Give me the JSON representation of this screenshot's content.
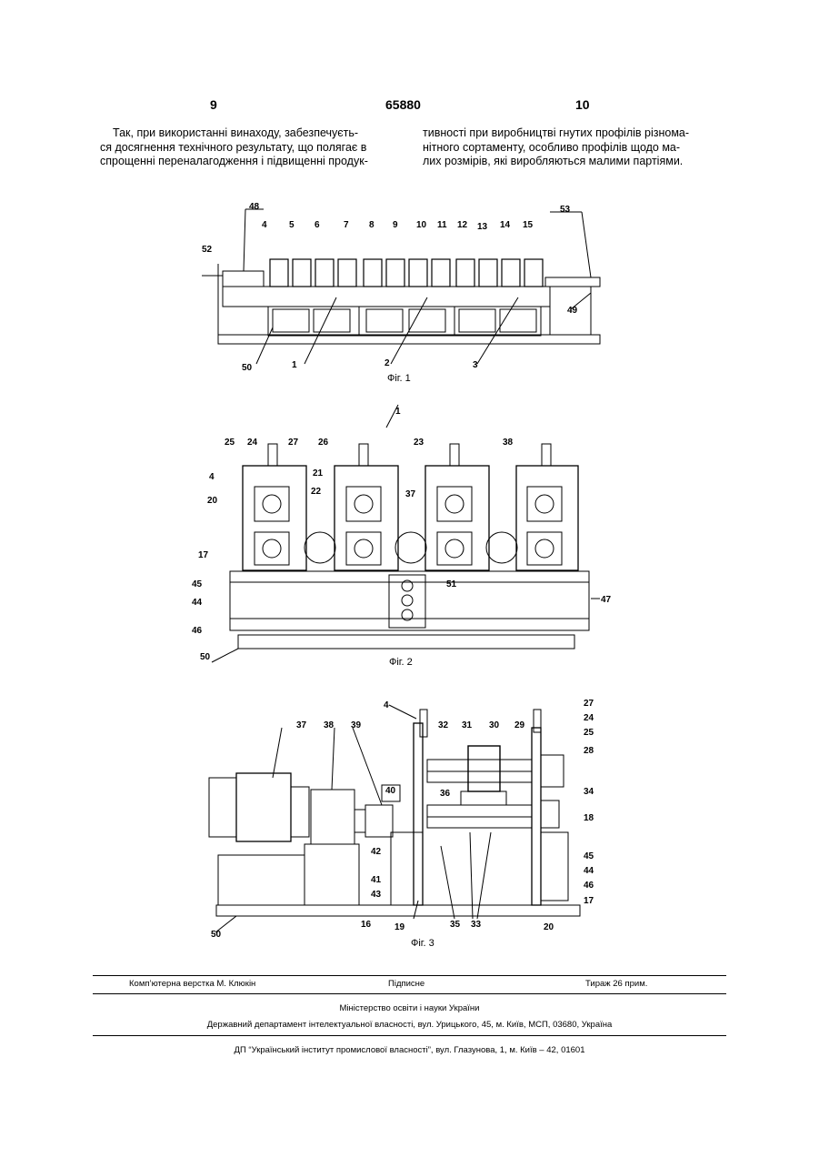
{
  "header": {
    "page_left": "9",
    "patent_number": "65880",
    "page_right": "10"
  },
  "text": {
    "left_column": [
      "Так, при використанні винаходу, забезпечуєть-",
      "ся досягнення технічного результату, що полягає в",
      "спрощенні переналагодження і підвищенні продук-"
    ],
    "right_column": [
      "тивності при виробництві гнутих профілів різнома-",
      "нітного сортаменту, особливо профілів щодо ма-",
      "лих розмірів, які виробляються малими партіями."
    ]
  },
  "figures": {
    "fig1": {
      "caption": "Фіг. 1",
      "labels": [
        "48",
        "4",
        "5",
        "6",
        "7",
        "8",
        "9",
        "10",
        "11",
        "12",
        "13",
        "14",
        "15",
        "53",
        "52",
        "49",
        "50",
        "1",
        "2",
        "3"
      ]
    },
    "fig2": {
      "caption": "Фіг. 2",
      "labels": [
        "1",
        "25",
        "24",
        "27",
        "26",
        "23",
        "38",
        "21",
        "4",
        "22",
        "37",
        "20",
        "17",
        "45",
        "44",
        "46",
        "47",
        "51",
        "50"
      ]
    },
    "fig3": {
      "caption": "Фіг. 3",
      "labels": [
        "4",
        "27",
        "24",
        "25",
        "28",
        "37",
        "38",
        "39",
        "32",
        "31",
        "30",
        "29",
        "40",
        "36",
        "34",
        "18",
        "42",
        "45",
        "44",
        "41",
        "46",
        "43",
        "17",
        "16",
        "19",
        "35",
        "33",
        "20",
        "50"
      ]
    }
  },
  "footer": {
    "typesetting": "Комп’ютерна верстка М. Клюкін",
    "signed": "Підписне",
    "circulation": "Тираж 26 прим.",
    "ministry": "Міністерство освіти і науки України",
    "department": "Державний департамент інтелектуальної власності, вул. Урицького, 45, м. Київ, МСП, 03680, Україна",
    "institute": "ДП “Український інститут промислової власності”, вул. Глазунова, 1, м. Київ – 42, 01601"
  }
}
